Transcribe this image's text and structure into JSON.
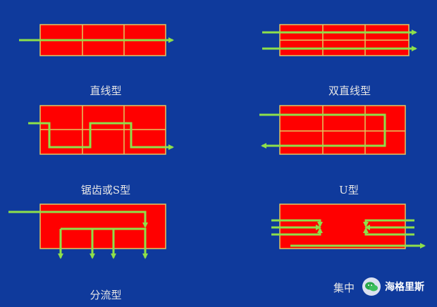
{
  "title": "",
  "colors": {
    "background": "#0f3a9c",
    "box": "#ff0000",
    "grid": "#e0c860",
    "arrow": "#8ee04a",
    "caption": "#e6e6e6"
  },
  "diagrams": [
    {
      "id": "straight",
      "label": "直线型"
    },
    {
      "id": "double-straight",
      "label": "双直线型"
    },
    {
      "id": "sawtooth-s",
      "label": "锯齿或S型"
    },
    {
      "id": "u-type",
      "label": "U型"
    },
    {
      "id": "split-flow",
      "label": "分流型"
    },
    {
      "id": "concentrated",
      "label": "集中"
    }
  ],
  "watermark": {
    "text": "海格里斯",
    "icon": "wechat-icon"
  }
}
